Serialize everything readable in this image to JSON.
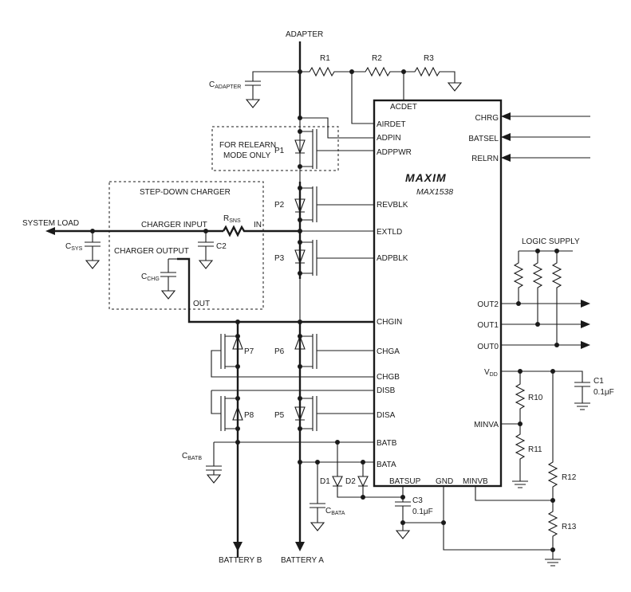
{
  "diagram": {
    "nets": {
      "adapter": "ADAPTER",
      "system_load": "SYSTEM LOAD",
      "battery_a": "BATTERY A",
      "battery_b": "BATTERY B",
      "logic_supply": "LOGIC SUPPLY"
    },
    "ic": {
      "brand": "MAXIM",
      "part": "MAX1538",
      "pins_left": [
        "AIRDET",
        "ADPIN",
        "ADPPWR",
        "REVBLK",
        "EXTLD",
        "ADPBLK",
        "CHGIN",
        "CHGA",
        "CHGB",
        "DISB",
        "DISA",
        "BATB",
        "BATA"
      ],
      "pins_top": [
        "ACDET"
      ],
      "pins_right": [
        "CHRG",
        "BATSEL",
        "RELRN",
        "OUT2",
        "OUT1",
        "OUT0",
        "V",
        "MINVA"
      ],
      "vdd_sub": "DD",
      "pins_bottom": [
        "BATSUP",
        "GND",
        "MINVB"
      ]
    },
    "boxes": {
      "relearn_line1": "FOR RELEARN",
      "relearn_line2": "MODE ONLY",
      "stepdown_title": "STEP-DOWN CHARGER",
      "charger_input": "CHARGER INPUT",
      "charger_output": "CHARGER OUTPUT",
      "in_label": "IN",
      "out_label": "OUT"
    },
    "components": {
      "R1": "R1",
      "R2": "R2",
      "R3": "R3",
      "R10": "R10",
      "R11": "R11",
      "R12": "R12",
      "R13": "R13",
      "rsns_main": "R",
      "rsns_sub": "SNS",
      "C1": "C1",
      "C1_val": "0.1μF",
      "C2": "C2",
      "C3": "C3",
      "C3_val": "0.1μF",
      "cadapter_main": "C",
      "cadapter_sub": "ADAPTER",
      "csys_main": "C",
      "csys_sub": "SYS",
      "cchg_main": "C",
      "cchg_sub": "CHG",
      "cbatb_main": "C",
      "cbatb_sub": "BATB",
      "cbata_main": "C",
      "cbata_sub": "BATA",
      "P1": "P1",
      "P2": "P2",
      "P3": "P3",
      "P5": "P5",
      "P6": "P6",
      "P7": "P7",
      "P8": "P8",
      "D1": "D1",
      "D2": "D2"
    }
  }
}
